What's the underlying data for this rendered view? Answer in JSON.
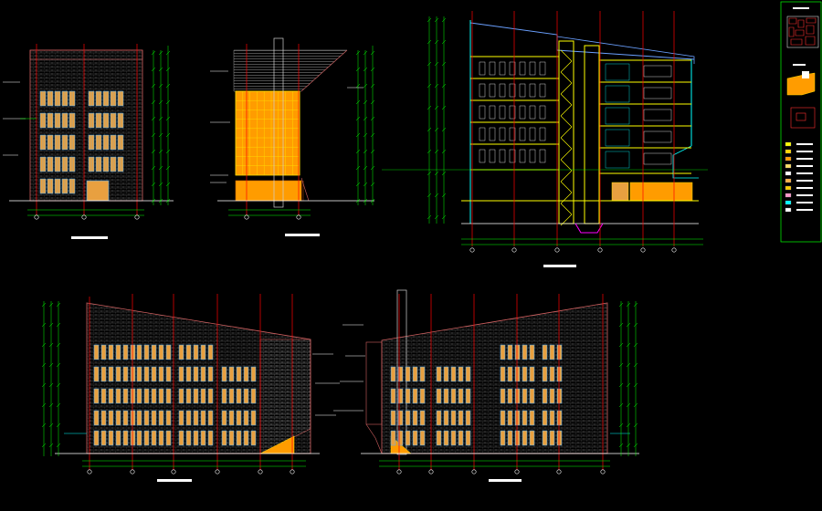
{
  "colors": {
    "background": "#000000",
    "dimension_line": "#00ff00",
    "axis_line": "#ff0000",
    "brick_outline": "#d06060",
    "brick_hatch": "#777777",
    "window_fill": "#e8a040",
    "window_frame": "#4ab0ff",
    "curtain_wall": "#ff9c00",
    "curtain_yellow": "#ffd700",
    "section_floor": "#ffff00",
    "section_wall": "#00ffff",
    "section_roof": "#6aa0ff",
    "title_bar": "#ffffff",
    "grid_marker": "#ffffff",
    "ground_line": "#ffffff",
    "magenta": "#ff00ff"
  },
  "drawings": [
    {
      "id": "south-elevation",
      "title": ""
    },
    {
      "id": "east-elevation",
      "title": ""
    },
    {
      "id": "cross-section",
      "title": ""
    },
    {
      "id": "west-long-elevation",
      "title": ""
    },
    {
      "id": "east-long-elevation",
      "title": ""
    }
  ],
  "legend": {
    "items": [
      {
        "swatch": "#ffff00"
      },
      {
        "swatch": "#ffd700"
      },
      {
        "swatch": "#ff9c00"
      },
      {
        "swatch": "#ffe066"
      },
      {
        "swatch": "#ffffff"
      },
      {
        "swatch": "#ffb347"
      },
      {
        "swatch": "#ffcc00"
      },
      {
        "swatch": "#ff99cc"
      },
      {
        "swatch": "#00ffff"
      },
      {
        "swatch": "#ffffff"
      }
    ]
  }
}
